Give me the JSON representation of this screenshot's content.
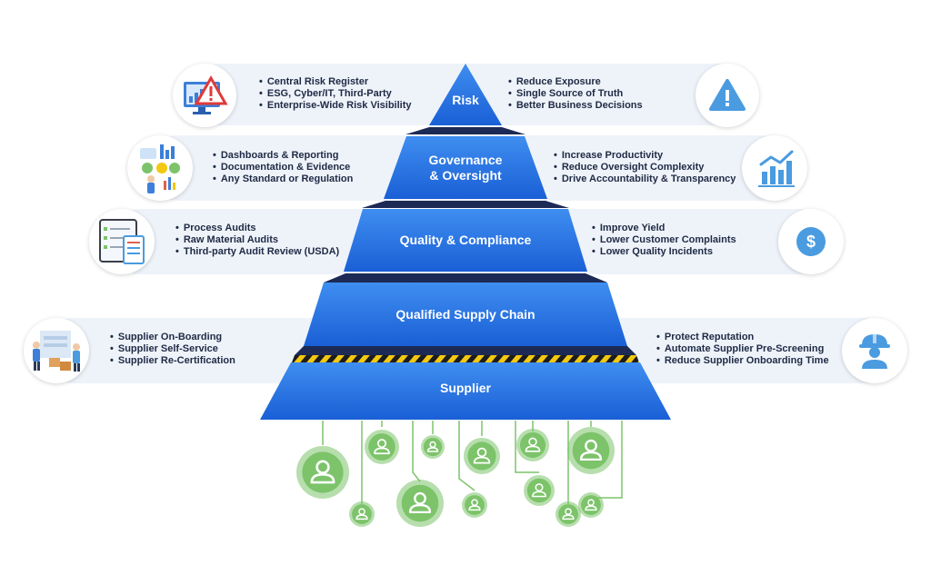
{
  "tiers": [
    {
      "label_lines": [
        "Risk"
      ],
      "left_items": [
        "Central Risk Register",
        "ESG, Cyber/IT, Third-Party",
        "Enterprise-Wide Risk Visibility"
      ],
      "right_items": [
        "Reduce Exposure",
        "Single Source of Truth",
        "Better Business Decisions"
      ],
      "left_icon": "risk-monitor-icon",
      "right_icon": "warning-icon"
    },
    {
      "label_lines": [
        "Governance",
        "& Oversight"
      ],
      "left_items": [
        "Dashboards & Reporting",
        "Documentation & Evidence",
        "Any Standard or Regulation"
      ],
      "right_items": [
        "Increase Productivity",
        "Reduce Oversight Complexity",
        "Drive Accountability & Transparency"
      ],
      "left_icon": "dashboard-icon",
      "right_icon": "bar-chart-icon"
    },
    {
      "label_lines": [
        "Quality & Compliance"
      ],
      "left_items": [
        "Process Audits",
        "Raw Material Audits",
        "Third-party Audit Review (USDA)"
      ],
      "right_items": [
        "Improve Yield",
        "Lower Customer Complaints",
        "Lower Quality Incidents"
      ],
      "left_icon": "checklist-icon",
      "right_icon": "dollar-icon"
    },
    {
      "label_lines": [
        "Qualified Supply Chain"
      ]
    },
    {
      "label_lines": [
        "Supplier"
      ],
      "left_items": [
        "Supplier On-Boarding",
        "Supplier Self-Service",
        "Supplier Re-Certification"
      ],
      "right_items": [
        "Protect Reputation",
        "Automate Supplier Pre-Screening",
        "Reduce Supplier Onboarding Time"
      ],
      "left_icon": "warehouse-workers-icon",
      "right_icon": "hard-hat-worker-icon"
    }
  ],
  "colors": {
    "pyramid_top": "#3f8ef0",
    "pyramid_bottom": "#1a5fd6",
    "band": "#eef3fa",
    "text": "#1f2a44",
    "icon_blue": "#4a9be0",
    "supplier_green": "#7cc36a",
    "hazard_yellow": "#f2c811",
    "hazard_black": "#1d1d1d"
  },
  "suppliers": [
    {
      "icon": "person-icon"
    },
    {
      "icon": "person-icon"
    },
    {
      "icon": "person-icon"
    },
    {
      "icon": "person-icon"
    },
    {
      "icon": "person-icon"
    },
    {
      "icon": "person-icon"
    },
    {
      "icon": "person-icon"
    },
    {
      "icon": "person-icon"
    },
    {
      "icon": "person-icon"
    },
    {
      "icon": "person-icon"
    },
    {
      "icon": "person-icon"
    },
    {
      "icon": "person-icon"
    }
  ]
}
